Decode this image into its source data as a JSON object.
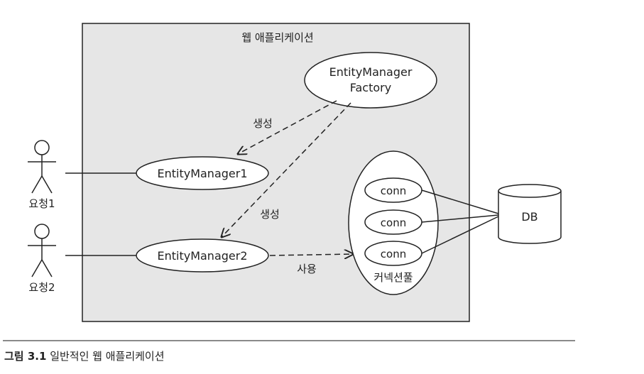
{
  "diagram": {
    "container_title": "웹 애플리케이션",
    "factory": {
      "line1": "EntityManager",
      "line2": "Factory"
    },
    "entity_managers": [
      "EntityManager1",
      "EntityManager2"
    ],
    "create_labels": [
      "생성",
      "생성"
    ],
    "use_label": "사용",
    "pool": {
      "label": "커넥션풀",
      "connections": [
        "conn",
        "conn",
        "conn"
      ]
    },
    "db_label": "DB",
    "actors": [
      "요청1",
      "요청2"
    ]
  },
  "caption": {
    "figure_number": "그림 3.1",
    "text": "일반적인 웹 애플리케이션"
  },
  "colors": {
    "container_fill": "#e6e6e6",
    "stroke": "#222222",
    "background": "#ffffff"
  }
}
